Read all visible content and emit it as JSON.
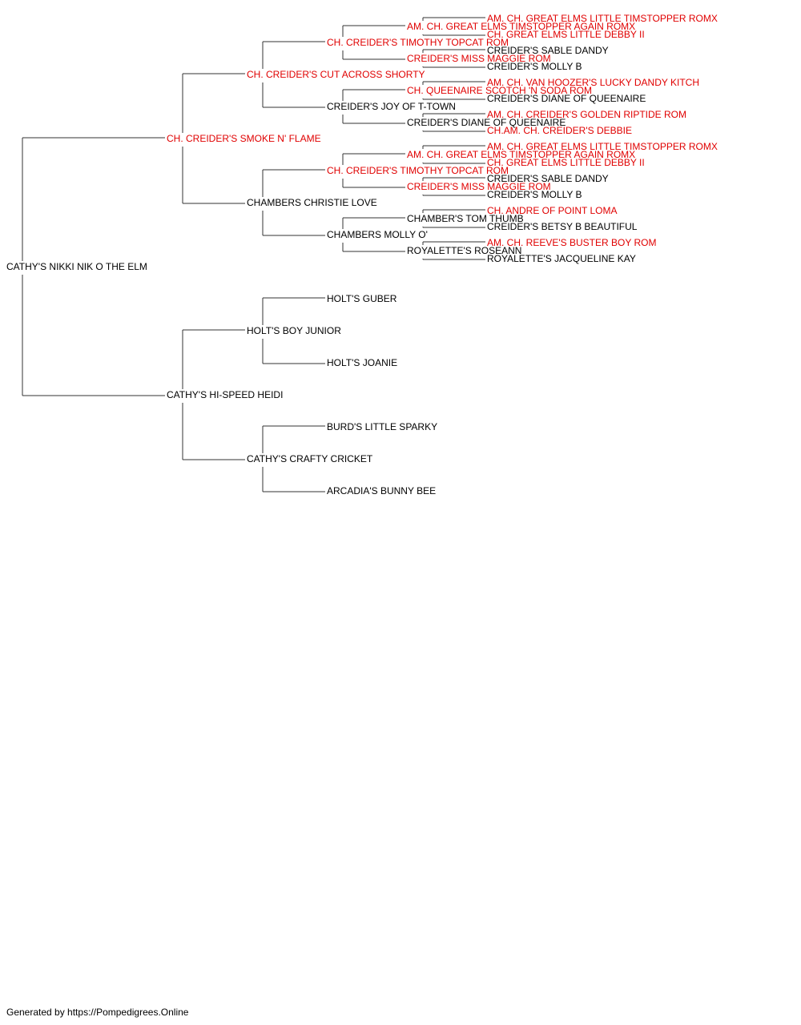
{
  "colors": {
    "titled": "#e00000",
    "normal": "#000000",
    "line": "#333333"
  },
  "subject": {
    "name": "CATHY'S NIKKI NIK O THE ELM",
    "titled": false
  },
  "sire": {
    "name": "CH. CREIDER'S SMOKE N' FLAME",
    "titled": true
  },
  "dam": {
    "name": "CATHY'S HI-SPEED HEIDI",
    "titled": false
  },
  "grandparents": [
    {
      "name": "CH. CREIDER'S CUT ACROSS SHORTY",
      "titled": true
    },
    {
      "name": "CHAMBERS CHRISTIE LOVE",
      "titled": false
    },
    {
      "name": "HOLT'S BOY JUNIOR",
      "titled": false
    },
    {
      "name": "CATHY'S CRAFTY CRICKET",
      "titled": false
    }
  ],
  "great_grandparents": [
    {
      "name": "CH. CREIDER'S TIMOTHY TOPCAT ROM",
      "titled": true
    },
    {
      "name": "CREIDER'S JOY OF T-TOWN",
      "titled": false
    },
    {
      "name": "CH. CREIDER'S TIMOTHY TOPCAT ROM",
      "titled": true
    },
    {
      "name": "CHAMBERS MOLLY O'",
      "titled": false
    },
    {
      "name": "HOLT'S GUBER",
      "titled": false
    },
    {
      "name": "HOLT'S JOANIE",
      "titled": false
    },
    {
      "name": "BURD'S LITTLE SPARKY",
      "titled": false
    },
    {
      "name": "ARCADIA'S BUNNY BEE",
      "titled": false
    }
  ],
  "gen4": [
    {
      "name": "AM. CH. GREAT ELMS TIMSTOPPER AGAIN ROMX",
      "titled": true
    },
    {
      "name": "CREIDER'S MISS MAGGIE ROM",
      "titled": true
    },
    {
      "name": "CH. QUEENAIRE SCOTCH 'N SODA ROM",
      "titled": true
    },
    {
      "name": "CREIDER'S DIANE OF QUEENAIRE",
      "titled": false
    },
    {
      "name": "AM. CH. GREAT ELMS TIMSTOPPER AGAIN ROMX",
      "titled": true
    },
    {
      "name": "CREIDER'S MISS MAGGIE ROM",
      "titled": true
    },
    {
      "name": "CHAMBER'S TOM THUMB",
      "titled": false
    },
    {
      "name": "ROYALETTE'S ROSEANN",
      "titled": false
    }
  ],
  "gen5": [
    {
      "name": "AM. CH. GREAT ELMS LITTLE TIMSTOPPER ROMX",
      "titled": true
    },
    {
      "name": "CH. GREAT ELMS LITTLE DEBBY II",
      "titled": true
    },
    {
      "name": "CREIDER'S SABLE DANDY",
      "titled": false
    },
    {
      "name": "CREIDER'S MOLLY B",
      "titled": false
    },
    {
      "name": "AM. CH. VAN HOOZER'S LUCKY DANDY KITCH",
      "titled": true
    },
    {
      "name": "CREIDER'S DIANE OF QUEENAIRE",
      "titled": false
    },
    {
      "name": "AM. CH. CREIDER'S GOLDEN RIPTIDE ROM",
      "titled": true
    },
    {
      "name": "CH.AM. CH. CREIDER'S DEBBIE",
      "titled": true
    },
    {
      "name": "AM. CH. GREAT ELMS LITTLE TIMSTOPPER ROMX",
      "titled": true
    },
    {
      "name": "CH. GREAT ELMS LITTLE DEBBY II",
      "titled": true
    },
    {
      "name": "CREIDER'S SABLE DANDY",
      "titled": false
    },
    {
      "name": "CREIDER'S MOLLY B",
      "titled": false
    },
    {
      "name": "CH. ANDRE OF POINT LOMA",
      "titled": true
    },
    {
      "name": "CREIDER'S BETSY B BEAUTIFUL",
      "titled": false
    },
    {
      "name": "AM. CH. REEVE'S BUSTER BOY ROM",
      "titled": true
    },
    {
      "name": "ROYALETTE'S JACQUELINE KAY",
      "titled": false
    }
  ],
  "footer": "Generated by https://Pompedigrees.Online"
}
